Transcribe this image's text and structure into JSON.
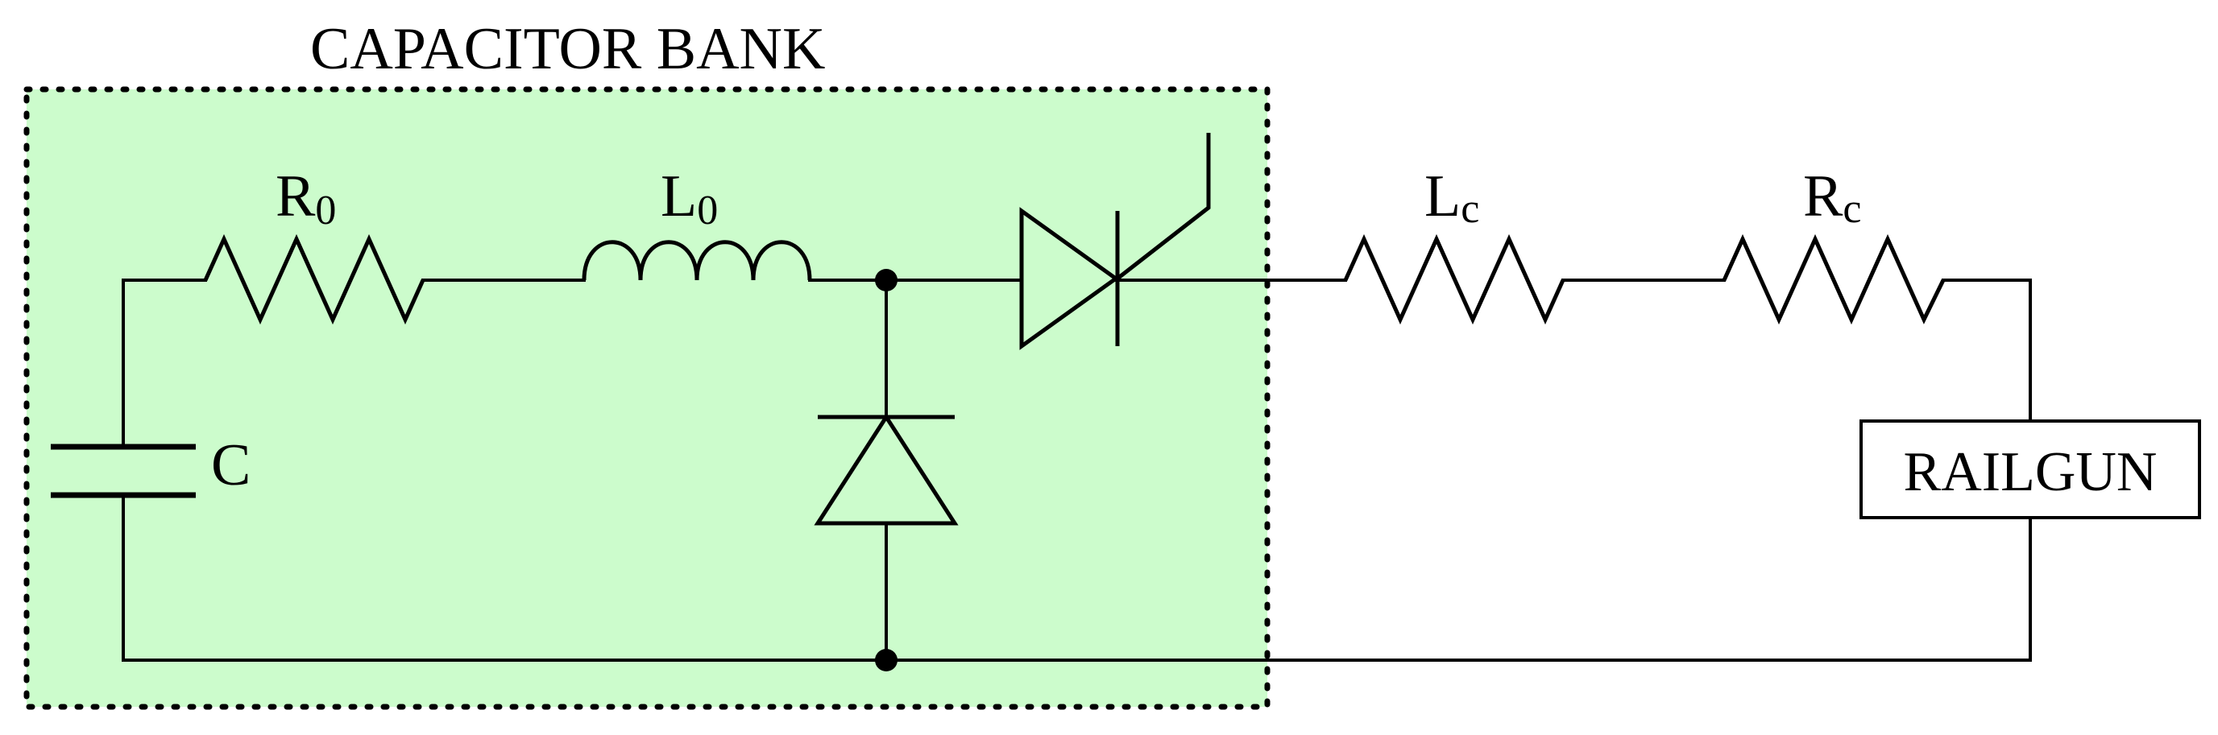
{
  "title": "CAPACITOR BANK",
  "colors": {
    "bank_fill": "#ccfccc",
    "bank_border": "#000000",
    "line": "#000000",
    "background": "#ffffff"
  },
  "labels": {
    "capacitor": "C",
    "r0_main": "R",
    "r0_sub": "0",
    "l0_main": "L",
    "l0_sub": "0",
    "lc_main": "L",
    "lc_sub": "c",
    "rc_main": "R",
    "rc_sub": "c",
    "railgun": "RAILGUN"
  },
  "components": [
    {
      "id": "C",
      "kind": "capacitor"
    },
    {
      "id": "R0",
      "kind": "resistor"
    },
    {
      "id": "L0",
      "kind": "inductor"
    },
    {
      "id": "thyristor",
      "kind": "thyristor"
    },
    {
      "id": "crowbar-diode",
      "kind": "diode"
    },
    {
      "id": "Lc",
      "kind": "inductor (resistor symbol)"
    },
    {
      "id": "Rc",
      "kind": "resistor"
    },
    {
      "id": "RAILGUN",
      "kind": "load"
    }
  ]
}
